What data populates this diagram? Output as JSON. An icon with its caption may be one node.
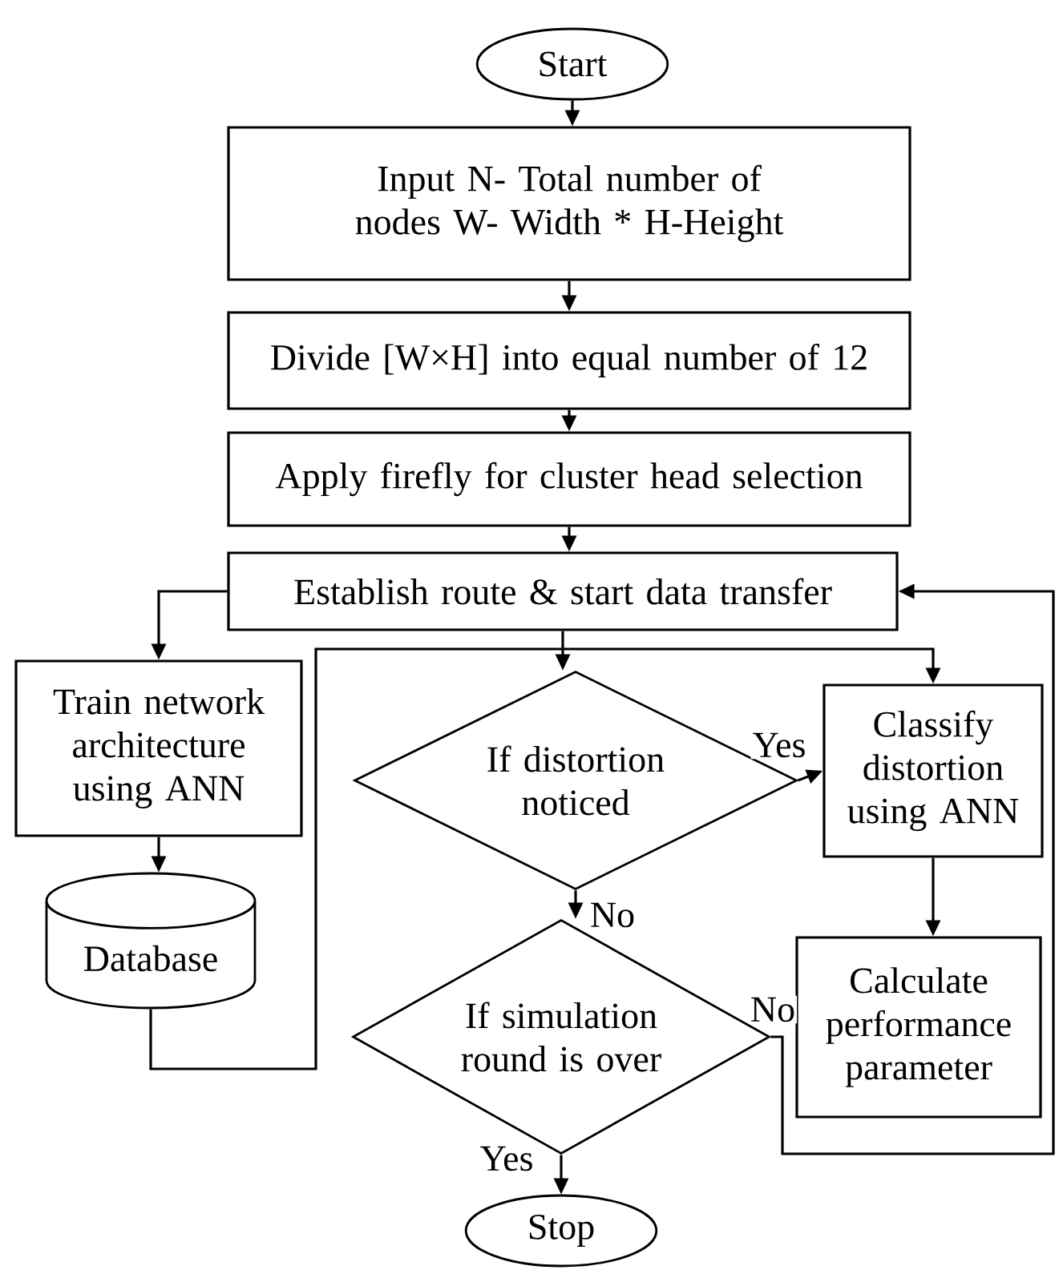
{
  "diagram": {
    "nodes": [
      {
        "text": [
          "Start"
        ]
      },
      {
        "text": [
          "Input N- Total number of nodes W- Width * H-Height"
        ]
      },
      {
        "text": [
          "Divide [W×H] into equal number of 12"
        ]
      },
      {
        "text": [
          "Apply firefly for cluster head selection"
        ]
      },
      {
        "text": [
          "Establish route & start data transfer"
        ]
      },
      {
        "text": [
          "Train network architecture using ANN"
        ]
      },
      {
        "text": [
          "Database"
        ]
      },
      {
        "text": [
          "If distortion noticed"
        ]
      },
      {
        "text": [
          "Classify distortion using ANN"
        ]
      },
      {
        "text": [
          "If simulation round is over"
        ]
      },
      {
        "text": [
          "Calculate performance parameter"
        ]
      },
      {
        "text": [
          "Stop"
        ]
      }
    ],
    "edges": [
      {
        "from": 0,
        "to": 1,
        "arrow": "to"
      },
      {
        "from": 1,
        "to": 2,
        "arrow": "to"
      },
      {
        "from": 2,
        "to": 3,
        "arrow": "to"
      },
      {
        "from": 3,
        "to": 4,
        "arrow": "to"
      },
      {
        "from": 4,
        "to": 5,
        "arrow": "to"
      },
      {
        "from": 4,
        "to": 7,
        "arrow": "to"
      },
      {
        "from": 5,
        "to": 6,
        "arrow": "to"
      },
      {
        "from": 6,
        "to": 8,
        "arrow": "to"
      },
      {
        "from": 7,
        "to": 8,
        "arrow": "to",
        "label": "Yes"
      },
      {
        "from": 7,
        "to": 9,
        "arrow": "to",
        "label": "No"
      },
      {
        "from": 8,
        "to": 10,
        "arrow": "to"
      },
      {
        "from": 9,
        "to": 11,
        "arrow": "to",
        "label": "Yes"
      },
      {
        "from": 9,
        "to": 4,
        "arrow": "to",
        "label": "No"
      }
    ]
  }
}
